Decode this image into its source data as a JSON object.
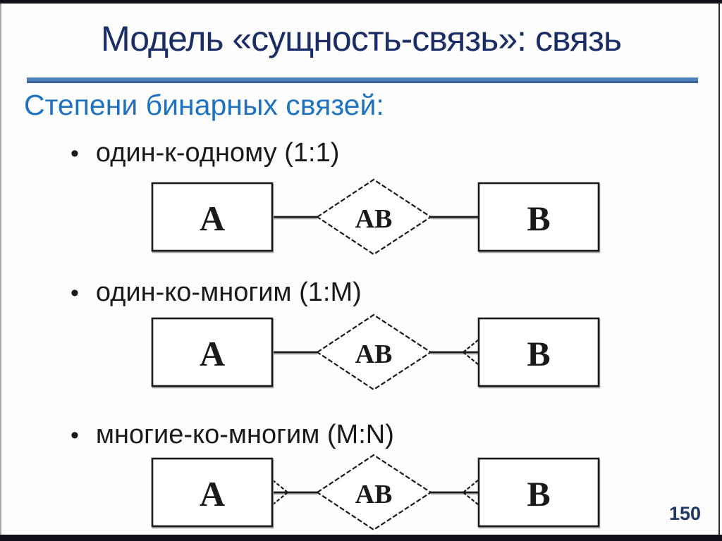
{
  "slide": {
    "title": "Модель «сущность-связь»: связь",
    "subtitle": "Степени бинарных связей:",
    "page_number": "150"
  },
  "colors": {
    "title": "#1b2d64",
    "subtitle": "#1f72c0",
    "body": "#1a1a1a",
    "accent_rule": "#4f81bd",
    "accent_rule_shadow": "#3c6394",
    "frame_bar": "#10101a",
    "page_number": "#1f3864",
    "diagram_stroke": "#1a1a1a"
  },
  "bullets": [
    {
      "marker": "•",
      "label": "один-к-одному (1:1)"
    },
    {
      "marker": "•",
      "label": "один-ко-многим (1:M)"
    },
    {
      "marker": "•",
      "label": "многие-ко-многим (M:N)"
    }
  ],
  "diagrams": [
    {
      "left_entity": "A",
      "relationship": "AB",
      "right_entity": "B",
      "degree": "1:1",
      "left_cardinality": "one",
      "right_cardinality": "one"
    },
    {
      "left_entity": "A",
      "relationship": "AB",
      "right_entity": "B",
      "degree": "1:M",
      "left_cardinality": "one",
      "right_cardinality": "many"
    },
    {
      "left_entity": "A",
      "relationship": "AB",
      "right_entity": "B",
      "degree": "M:N",
      "left_cardinality": "many",
      "right_cardinality": "many"
    }
  ]
}
